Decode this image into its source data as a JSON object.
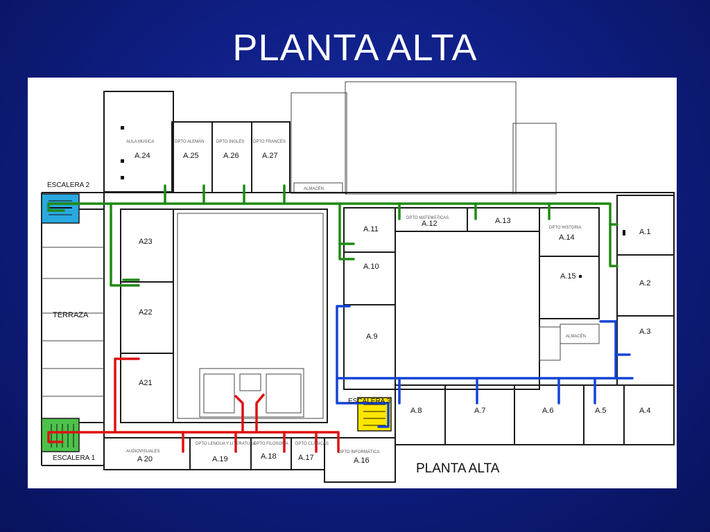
{
  "slide": {
    "title": "PLANTA ALTA"
  },
  "plan": {
    "footer_title": "PLANTA ALTA",
    "rooms": [
      {
        "name": "room-a24",
        "code": "A.24",
        "dept": "AULA MUSICA"
      },
      {
        "name": "room-a25",
        "code": "A.25",
        "dept": "DPTO ALEMÁN"
      },
      {
        "name": "room-a26",
        "code": "A.26",
        "dept": "DPTO INGLÉS"
      },
      {
        "name": "room-a27",
        "code": "A.27",
        "dept": "DPTO FRANCÉS"
      },
      {
        "name": "room-a23",
        "code": "A23",
        "dept": ""
      },
      {
        "name": "room-a22",
        "code": "A22",
        "dept": ""
      },
      {
        "name": "room-a21",
        "code": "A21",
        "dept": ""
      },
      {
        "name": "room-a11",
        "code": "A.11",
        "dept": ""
      },
      {
        "name": "room-a10",
        "code": "A.10",
        "dept": ""
      },
      {
        "name": "room-a9",
        "code": "A.9",
        "dept": ""
      },
      {
        "name": "room-a12",
        "code": "A.12",
        "dept": "DPTO MATEMÁTICAS"
      },
      {
        "name": "room-a13",
        "code": "A.13",
        "dept": ""
      },
      {
        "name": "room-a14",
        "code": "A.14",
        "dept": "DPTO HISTORIA"
      },
      {
        "name": "room-a15",
        "code": "A.15",
        "dept": ""
      },
      {
        "name": "room-a1",
        "code": "A.1",
        "dept": ""
      },
      {
        "name": "room-a2",
        "code": "A.2",
        "dept": ""
      },
      {
        "name": "room-a3",
        "code": "A.3",
        "dept": ""
      },
      {
        "name": "room-a4",
        "code": "A.4",
        "dept": ""
      },
      {
        "name": "room-a5",
        "code": "A.5",
        "dept": ""
      },
      {
        "name": "room-a6",
        "code": "A.6",
        "dept": ""
      },
      {
        "name": "room-a7",
        "code": "A.7",
        "dept": ""
      },
      {
        "name": "room-a8",
        "code": "A.8",
        "dept": ""
      },
      {
        "name": "room-a16",
        "code": "A.16",
        "dept": "DPTO INFORMÁTICA"
      },
      {
        "name": "room-a17",
        "code": "A.17",
        "dept": "DPTO CLÁSICAS"
      },
      {
        "name": "room-a18",
        "code": "A.18",
        "dept": "DPTO FILOSOFÍA"
      },
      {
        "name": "room-a19",
        "code": "A.19",
        "dept": "DPTO LENGUA Y LITERATURA"
      },
      {
        "name": "room-a20",
        "code": "A 20",
        "dept": "AUDIOVISUALES"
      }
    ],
    "areas": {
      "escalera1": "ESCALERA 1",
      "escalera2": "ESCALERA 2",
      "escalera3": "ESCALERA 3",
      "terraza": "TERRAZA",
      "almacen_top": "ALMACÉN",
      "almacen_right": "ALMACÉN"
    },
    "route_colors": {
      "green": "#1f8a12",
      "blue": "#1244d6",
      "red": "#dd1111",
      "stair_blue": "#29a9e0",
      "stair_green": "#4cc24a",
      "stair_yellow": "#ffe600"
    }
  }
}
